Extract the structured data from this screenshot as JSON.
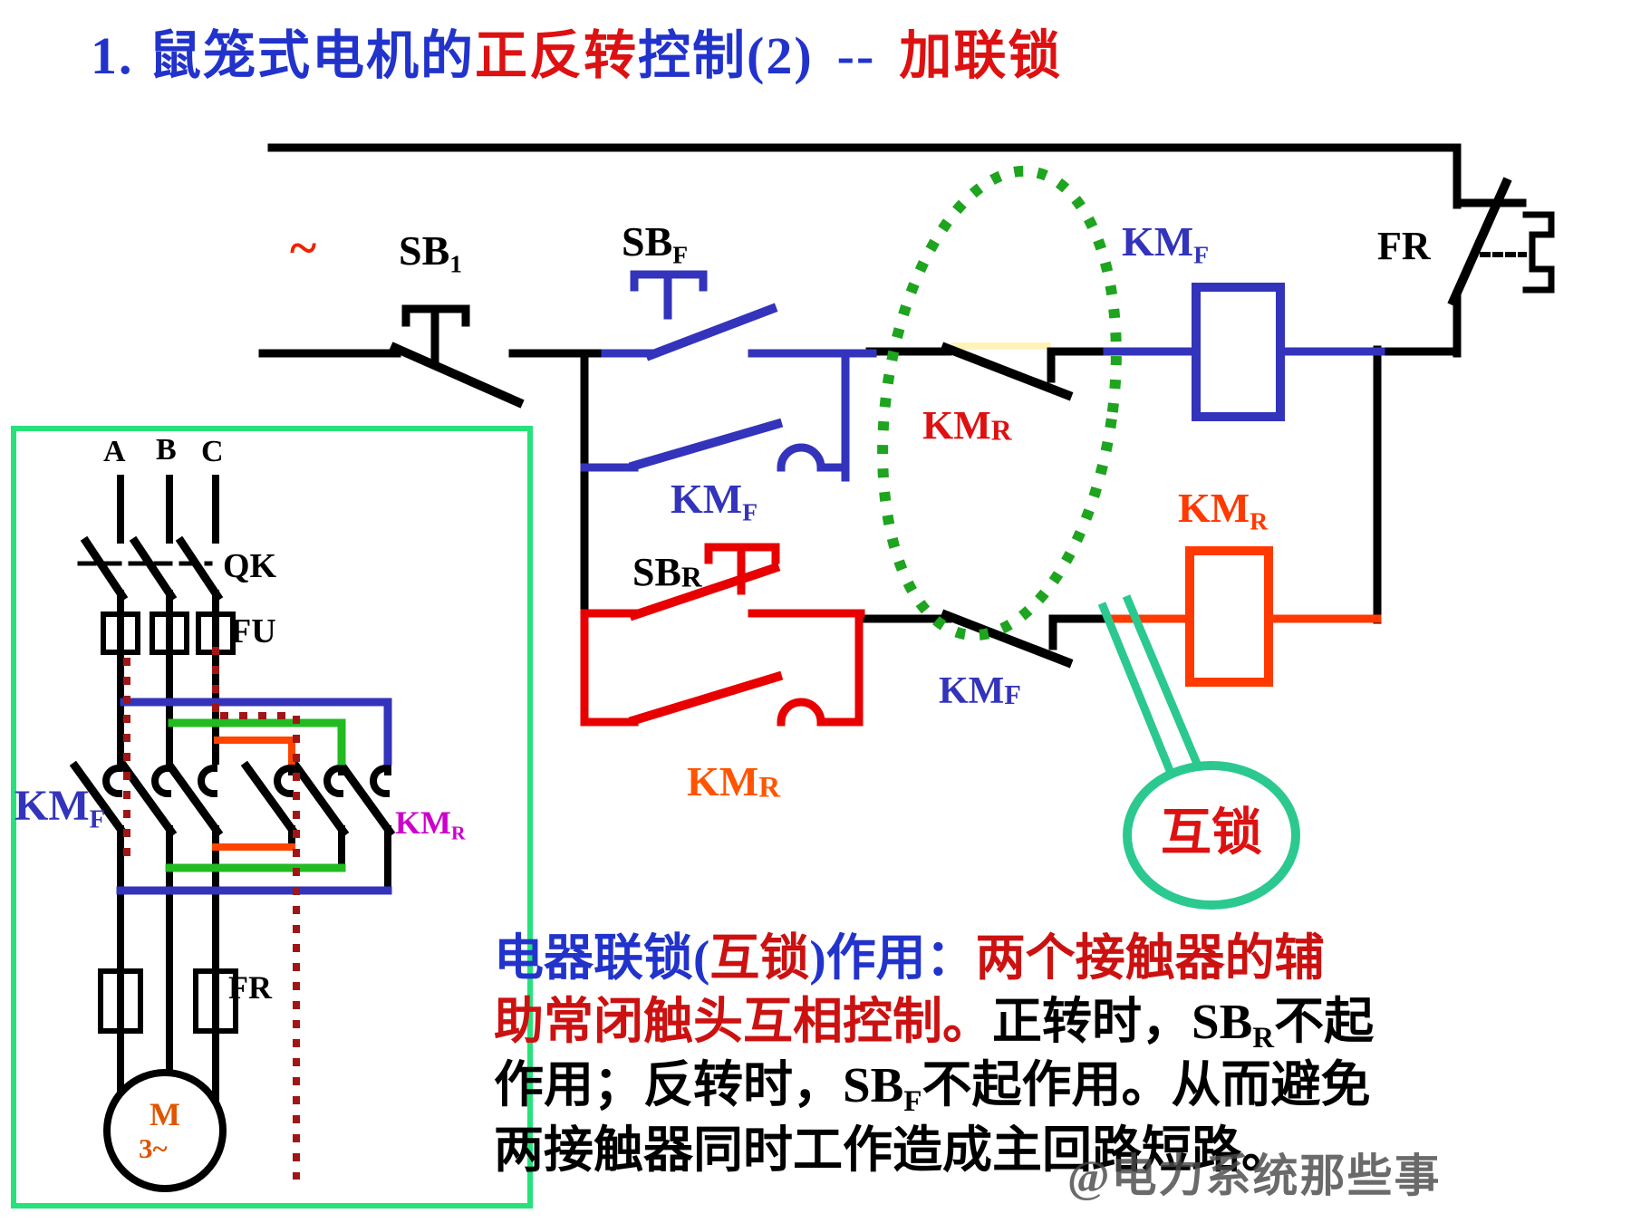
{
  "colors": {
    "title_blue": "#2233CC",
    "title_red": "#DD0000",
    "circuit_blue": "#3333BB",
    "circuit_red": "#E80000",
    "coil_orange": "#FF3900",
    "label_orange": "#FF5500",
    "label_magenta": "#CC00CC",
    "ellipse_green": "#1EA41E",
    "callout_teal": "#2BC98F",
    "panel_green": "#27E27B",
    "linkage_dark_red": "#A01515",
    "wire_green": "#22BB22",
    "motor_orange": "#E05500",
    "watermark_gray": "#4A4A4A"
  },
  "title": {
    "part1": "1. 鼠笼式电机的",
    "part2": "正反转",
    "part3": "控制(2)",
    "dash": "--",
    "part4": "加联锁"
  },
  "control_circuit": {
    "supply": "~",
    "labels": {
      "sb1": {
        "main": "SB",
        "sub": "1"
      },
      "sbf": {
        "main": "SB",
        "sub": "F"
      },
      "kmf_coil": {
        "main": "KM",
        "sub": "F"
      },
      "fr": "FR",
      "kmr_nc": {
        "main": "KM",
        "sub": "R"
      },
      "kmf_hold": {
        "main": "KM",
        "sub": "F"
      },
      "sbr": {
        "main": "SB",
        "sub": "R"
      },
      "kmr_hold": {
        "main": "KM",
        "sub": "R"
      },
      "kmf_nc": {
        "main": "KM",
        "sub": "F"
      },
      "kmr_coil": {
        "main": "KM",
        "sub": "R"
      }
    },
    "callout": "互锁"
  },
  "main_circuit": {
    "phases": [
      "A",
      "B",
      "C"
    ],
    "labels": {
      "qk": "QK",
      "fu": "FU",
      "kmf": {
        "main": "KM",
        "sub": "F"
      },
      "kmr": {
        "main": "KM",
        "sub": "R"
      },
      "fr": "FR",
      "motor_m": "M",
      "motor_3": "3~"
    }
  },
  "bottom_text": {
    "line1": {
      "blue1": "电器联锁(",
      "red1": "互锁",
      "blue2": ")作用：",
      "red2": "两个接触器的辅"
    },
    "line2": {
      "red": "助常闭触头互相控制。",
      "black1": "正转时，SB",
      "sub1": "R",
      "black2": "不起"
    },
    "line3": {
      "black1": "作用；反转时，SB",
      "sub1": "F",
      "black2": "不起作用。从而避免"
    },
    "line4": {
      "black": "两接触器同时工作造成主回路短路。"
    }
  },
  "watermark": "@电力系统那些事"
}
